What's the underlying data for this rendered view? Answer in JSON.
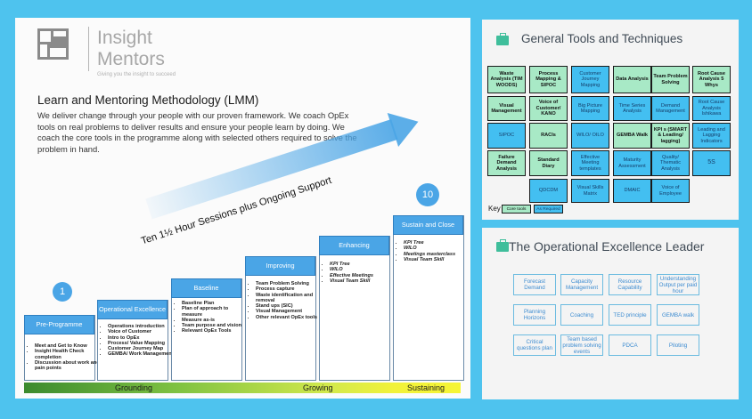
{
  "logo": {
    "line1": "Insight",
    "line2": "Mentors",
    "tagline": "Giving you the insight to succeed"
  },
  "lmm": {
    "title": "Learn and Mentoring Methodology (LMM)",
    "description": "We deliver change through your people with our proven framework.  We coach OpEx tools on real problems to deliver results and ensure your people learn by doing.  We coach the core tools in the programme along with selected others required to solve the problem in hand."
  },
  "arrow_label": "Ten 1½ Hour Sessions plus Ongoing Support",
  "start_marker": "1",
  "end_marker": "10",
  "stages": [
    {
      "title": "Pre-Programme",
      "items": [
        "Meet and Get to Know",
        "Insight Health Check completion",
        "Discussion about work and pain points"
      ]
    },
    {
      "title": "Operational Excellence",
      "items": [
        "Operations introduction",
        "Voice of Customer",
        "Intro to OpEx",
        "Process/ Value Mapping",
        "Customer Journey Map",
        "GEMBA/ Work Management"
      ]
    },
    {
      "title": "Baseline",
      "items": [
        "Baseline Plan",
        "Plan of approach to measure",
        "Measure as-is",
        "Team purpose and vision",
        "Relevant OpEx Tools"
      ]
    },
    {
      "title": "Improving",
      "items": [
        "Team Problem Solving",
        "Process capture",
        "Waste identification and removal",
        "Stand ups (SIC)",
        "Visual Management",
        "Other relevant OpEx tools"
      ]
    },
    {
      "title": "Enhancing",
      "items": [
        "KPI Tree",
        "WILO",
        "Effective Meetings",
        "Visual Team Skill"
      ]
    },
    {
      "title": "Sustain and Close",
      "items": [
        "KPI Tree",
        "WILO",
        "Meetings masterclass",
        "Visual Team Skill"
      ]
    }
  ],
  "phases": [
    "Grounding",
    "Growing",
    "Sustaining"
  ],
  "tools": {
    "title": "General Tools and Techniques",
    "rows": [
      [
        {
          "label": "Waste Analysis (TIM WOODS)",
          "type": "core"
        },
        {
          "label": "Process Mapping & SIPOC",
          "type": "core"
        },
        {
          "label": "Customer Journey Mapping",
          "type": "req"
        },
        {
          "label": "Data Analysis",
          "type": "core"
        },
        {
          "label": "Team Problem Solving",
          "type": "core"
        },
        {
          "label": "Root Cause Analysis 5 Whys",
          "type": "core"
        }
      ],
      [
        {
          "label": "Visual Management",
          "type": "core"
        },
        {
          "label": "Voice of Customer/ KANO",
          "type": "core"
        },
        {
          "label": "Big Picture Mapping",
          "type": "req"
        },
        {
          "label": "Time Series Analysis",
          "type": "req"
        },
        {
          "label": "Demand Management",
          "type": "req"
        },
        {
          "label": "Root Cause Analysis Ishikawa",
          "type": "req"
        }
      ],
      [
        {
          "label": "SIPOC",
          "type": "req"
        },
        {
          "label": "RACIs",
          "type": "core"
        },
        {
          "label": "WILO/ OILO",
          "type": "req"
        },
        {
          "label": "GEMBA Walk",
          "type": "core"
        },
        {
          "label": "KPI s (SMART & Leading/ lagging)",
          "type": "core"
        },
        {
          "label": "Leading and Lagging Indicators",
          "type": "req"
        }
      ],
      [
        {
          "label": "Failure Demand Analysis",
          "type": "core"
        },
        {
          "label": "Standard Diary",
          "type": "core"
        },
        {
          "label": "Effective Meeting templates",
          "type": "req"
        },
        {
          "label": "Maturity Assessment",
          "type": "req"
        },
        {
          "label": "Quality/ Thematic Analysis",
          "type": "req"
        },
        {
          "label": "5S",
          "type": "req"
        }
      ],
      [
        {
          "label": "QDCDM",
          "type": "req"
        },
        {
          "label": "Visual Skills Matrix",
          "type": "req"
        },
        {
          "label": "DMAIC",
          "type": "req"
        },
        {
          "label": "Voice of Employee",
          "type": "req"
        }
      ]
    ],
    "key": {
      "label": "Key",
      "core": "Core tools",
      "req": "As Required"
    }
  },
  "leader": {
    "title": "The Operational Excellence Leader",
    "items": [
      "Forecast Demand",
      "Capacity Management",
      "Resource Capability",
      "Understanding Output per paid hour",
      "Planning Horizons",
      "Coaching",
      "TED principle",
      "GEMBA walk",
      "Critical questions plan",
      "Team based problem solving events",
      "PDCA",
      "Piloting"
    ]
  },
  "colors": {
    "background": "#4ec3ee",
    "accent": "#4aa5e6",
    "core_tool": "#a8e9c6",
    "as_required": "#43bff1"
  }
}
